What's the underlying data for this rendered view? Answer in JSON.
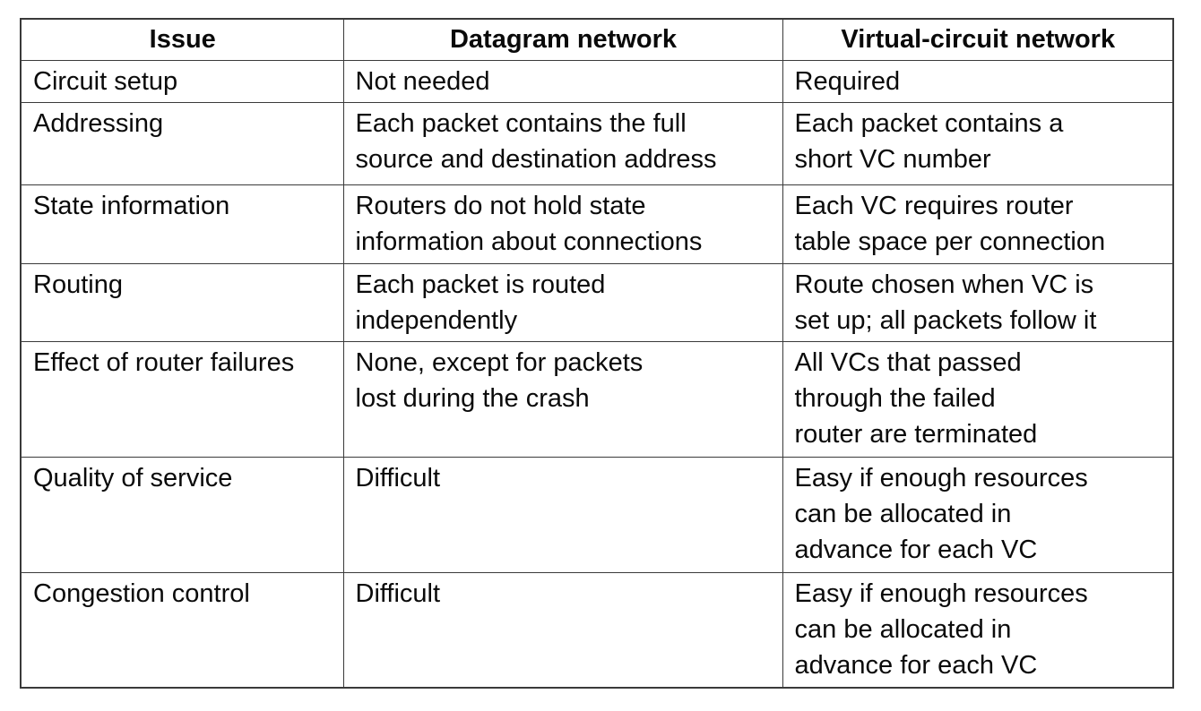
{
  "page": {
    "background_color": "#ffffff",
    "text_color": "#0a0a0a",
    "border_color": "#3a3a3a"
  },
  "table": {
    "header": {
      "issue": "Issue",
      "datagram": "Datagram network",
      "vc": "Virtual-circuit network"
    },
    "rows": [
      {
        "issue": "Circuit setup",
        "datagram": "Not needed",
        "vc": "Required"
      },
      {
        "issue": "Addressing",
        "datagram": "Each packet contains the full\nsource and destination address",
        "vc": "Each packet contains a\nshort VC number"
      },
      {
        "issue": "State information",
        "datagram": "Routers do not hold state\ninformation about connections",
        "vc": "Each VC requires router\ntable space per connection"
      },
      {
        "issue": "Routing",
        "datagram": "Each packet is routed\nindependently",
        "vc": "Route chosen when VC is\nset up; all packets follow it"
      },
      {
        "issue": "Effect of router failures",
        "datagram": "None, except for packets\nlost during the crash",
        "vc": "All VCs that passed\nthrough the failed\nrouter are terminated"
      },
      {
        "issue": "Quality of service",
        "datagram": "Difficult",
        "vc": "Easy if enough resources\ncan be allocated in\nadvance for each VC"
      },
      {
        "issue": "Congestion control",
        "datagram": "Difficult",
        "vc": "Easy if enough resources\ncan be allocated in\nadvance for each VC"
      }
    ]
  }
}
